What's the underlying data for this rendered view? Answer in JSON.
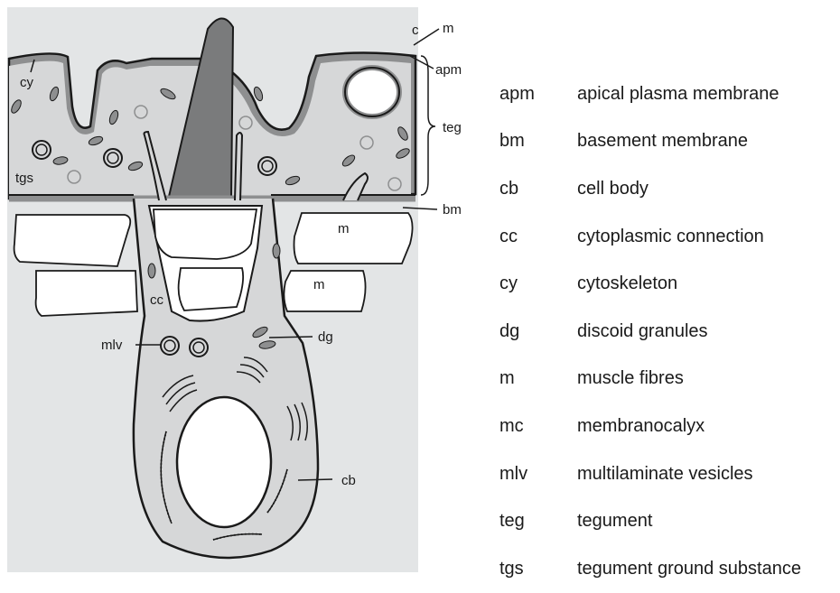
{
  "diagram": {
    "labels": {
      "c": "c",
      "m_top": "m",
      "apm": "apm",
      "cy": "cy",
      "teg": "teg",
      "tgs": "tgs",
      "bm": "bm",
      "m_right1": "m",
      "m_right2": "m",
      "cc": "cc",
      "mlv": "mlv",
      "dg": "dg",
      "cb": "cb"
    },
    "colors": {
      "background": "#e3e5e6",
      "cytoplasm": "#d6d7d8",
      "membrane_gray": "#8e8f90",
      "outline": "#1a1a1a",
      "spine": "#7a7b7c"
    }
  },
  "legend": {
    "items": [
      {
        "abbr": "apm",
        "term": "apical plasma membrane"
      },
      {
        "abbr": "bm",
        "term": "basement membrane"
      },
      {
        "abbr": "cb",
        "term": "cell body"
      },
      {
        "abbr": "cc",
        "term": "cytoplasmic connection"
      },
      {
        "abbr": "cy",
        "term": "cytoskeleton"
      },
      {
        "abbr": "dg",
        "term": "discoid granules"
      },
      {
        "abbr": "m",
        "term": "muscle fibres"
      },
      {
        "abbr": "mc",
        "term": "membranocalyx"
      },
      {
        "abbr": "mlv",
        "term": "multilaminate vesicles"
      },
      {
        "abbr": "teg",
        "term": "tegument"
      },
      {
        "abbr": "tgs",
        "term": "tegument ground substance"
      }
    ]
  }
}
